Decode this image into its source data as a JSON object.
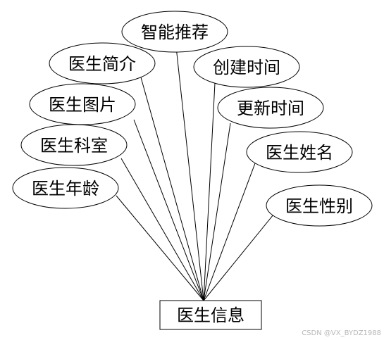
{
  "entity": {
    "label": "医生信息"
  },
  "attributes": [
    {
      "id": "smart-recommend",
      "label": "智能推荐"
    },
    {
      "id": "doctor-intro",
      "label": "医生简介"
    },
    {
      "id": "create-time",
      "label": "创建时间"
    },
    {
      "id": "doctor-image",
      "label": "医生图片"
    },
    {
      "id": "update-time",
      "label": "更新时间"
    },
    {
      "id": "doctor-department",
      "label": "医生科室"
    },
    {
      "id": "doctor-name",
      "label": "医生姓名"
    },
    {
      "id": "doctor-age",
      "label": "医生年龄"
    },
    {
      "id": "doctor-gender",
      "label": "医生性别"
    }
  ],
  "watermark": "CSDN @VX_BYDZ1988"
}
